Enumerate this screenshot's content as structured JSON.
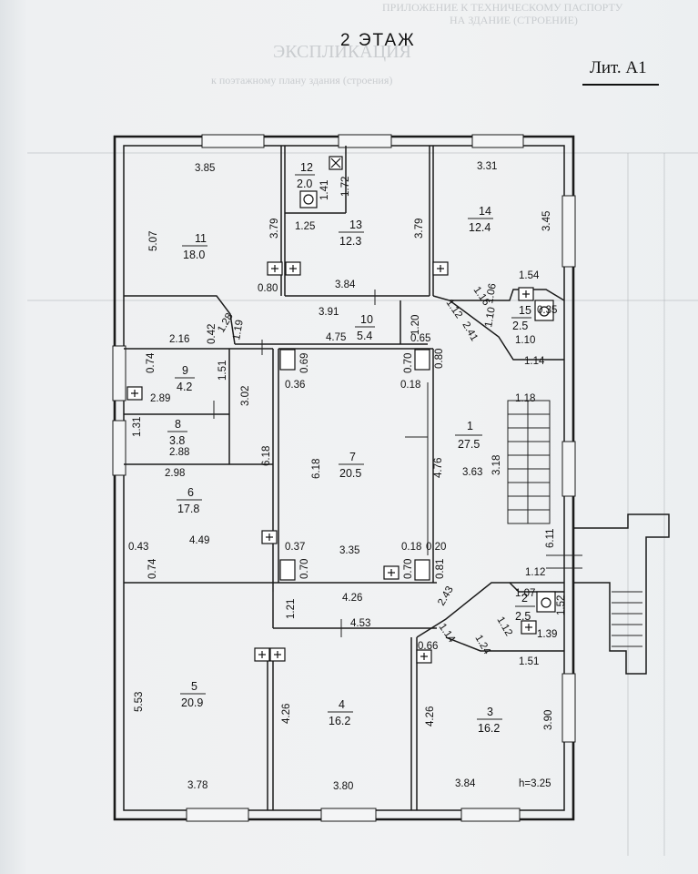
{
  "header": {
    "floor_title": "2 ЭТАЖ",
    "lit_label": "Лит. А1"
  },
  "ghost_text": {
    "line1": "ПРИЛОЖЕНИЕ К ТЕХНИЧЕСКОМУ ПАСПОРТУ",
    "line2": "НА ЗДАНИЕ (СТРОЕНИЕ)",
    "line3": "ЭКСПЛИКАЦИЯ",
    "line4": "к поэтажному плану здания (строения)"
  },
  "rooms": [
    {
      "num": "1",
      "area": "27.5"
    },
    {
      "num": "2",
      "area": "2.5"
    },
    {
      "num": "3",
      "area": "16.2"
    },
    {
      "num": "4",
      "area": "16.2"
    },
    {
      "num": "5",
      "area": "20.9"
    },
    {
      "num": "6",
      "area": "17.8"
    },
    {
      "num": "7",
      "area": "20.5"
    },
    {
      "num": "8",
      "area": "3.8"
    },
    {
      "num": "9",
      "area": "4.2"
    },
    {
      "num": "10",
      "area": "5.4"
    },
    {
      "num": "11",
      "area": "18.0"
    },
    {
      "num": "12",
      "area": "2.0"
    },
    {
      "num": "13",
      "area": "12.3"
    },
    {
      "num": "14",
      "area": "12.4"
    },
    {
      "num": "15",
      "area": "2.5"
    }
  ],
  "dims": {
    "d_385": "3.85",
    "d_331": "3.31",
    "d_507": "5.07",
    "d_379a": "3.79",
    "d_379b": "3.79",
    "d_345": "3.45",
    "d_172": "1.72",
    "d_141": "1.41",
    "d_125": "1.25",
    "d_080": "0.80",
    "d_384": "3.84",
    "d_154": "1.54",
    "d_391": "3.91",
    "d_128": "1.28",
    "d_119": "1.19",
    "d_112a": "1.12",
    "d_116": "1.16",
    "d_106": "1.06",
    "d_110a": "1.10",
    "d_035": "0.35",
    "d_110b": "1.10",
    "d_241": "2.41",
    "d_216": "2.16",
    "d_042": "0.42",
    "d_475": "4.75",
    "d_120": "1.20",
    "d_065": "0.65",
    "d_069": "0.69",
    "d_070a": "0.70",
    "d_080b": "0.80",
    "d_114a": "1.14",
    "d_074a": "0.74",
    "d_151a": "1.51",
    "d_036": "0.36",
    "d_018a": "0.18",
    "d_289": "2.89",
    "d_302": "3.02",
    "d_118": "1.18",
    "d_131": "1.31",
    "d_288": "2.88",
    "d_618a": "6.18",
    "d_618b": "6.18",
    "d_476": "4.76",
    "d_363": "3.63",
    "d_318": "3.18",
    "d_298": "2.98",
    "d_449": "4.49",
    "d_043": "0.43",
    "d_074b": "0.74",
    "d_037": "0.37",
    "d_070b": "0.70",
    "d_335": "3.35",
    "d_018b": "0.18",
    "d_070c": "0.70",
    "d_020": "0.20",
    "d_081": "0.81",
    "d_611": "6.11",
    "d_112b": "1.12",
    "d_121": "1.21",
    "d_426a": "4.26",
    "d_243": "2.43",
    "d_107": "1.07",
    "d_152": "1.52",
    "d_453": "4.53",
    "d_114b": "1.14",
    "d_112c": "1.12",
    "d_139": "1.39",
    "d_124": "1.24",
    "d_066": "0.66",
    "d_151b": "1.51",
    "d_553": "5.53",
    "d_426b": "4.26",
    "d_426c": "4.26",
    "d_390": "3.90",
    "d_378": "3.78",
    "d_380": "3.80",
    "d_384b": "3.84",
    "d_h": "h=3.25"
  }
}
